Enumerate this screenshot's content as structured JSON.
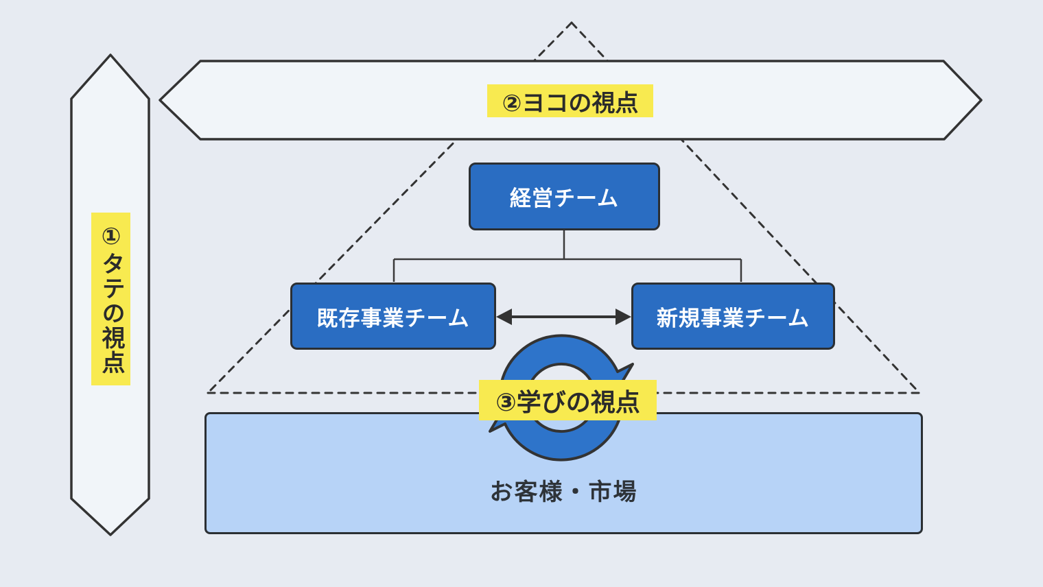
{
  "diagram": {
    "title_hint": "three-perspectives organization diagram",
    "labels": {
      "vertical_axis": "①タテの視点",
      "horizontal_axis": "②ヨコの視点",
      "learning": "③学びの視点"
    },
    "boxes": {
      "management": "経営チーム",
      "existing_business": "既存事業チーム",
      "new_business": "新規事業チーム"
    },
    "market": "お客様・市場",
    "colors": {
      "background": "#e7ebf2",
      "arrow_banner_fill": "#f1f5f9",
      "outline_dark": "#333333",
      "highlight_yellow": "#f8ea50",
      "team_box_blue": "#2a6dc2",
      "market_rect_blue": "#b7d3f7",
      "cycle_arrow_blue": "#2e74ca",
      "team_box_text": "#ffffff",
      "label_text": "#2b2b2b"
    }
  }
}
